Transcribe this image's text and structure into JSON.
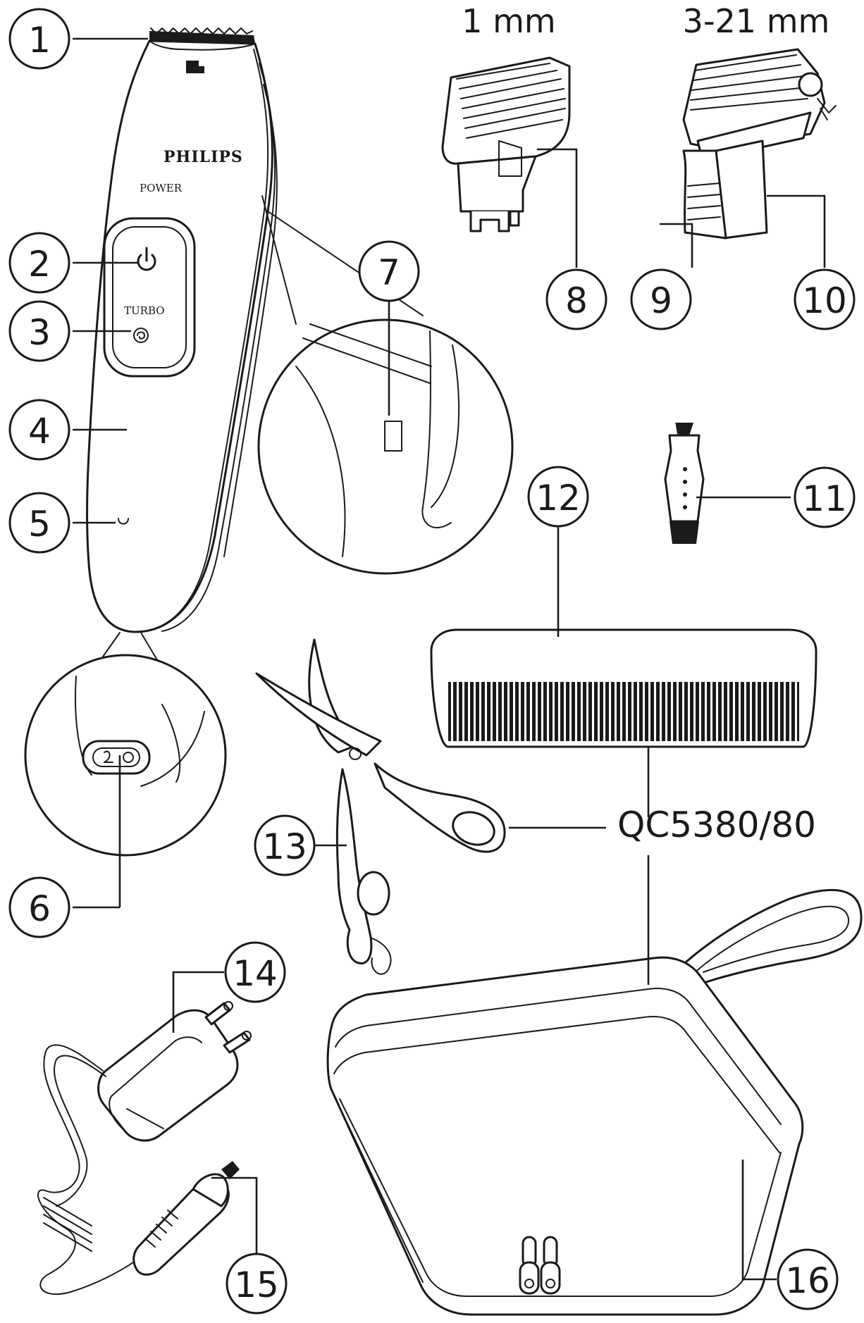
{
  "diagram": {
    "headings": {
      "one_mm": "1 mm",
      "range_mm": "3-21 mm"
    },
    "model": "QC5380/80",
    "brand_text": "PHILIPS",
    "power_text": "POWER",
    "turbo_text": "TURBO",
    "callouts": [
      "1",
      "2",
      "3",
      "4",
      "5",
      "6",
      "7",
      "8",
      "9",
      "10",
      "11",
      "12",
      "13",
      "14",
      "15",
      "16"
    ]
  }
}
